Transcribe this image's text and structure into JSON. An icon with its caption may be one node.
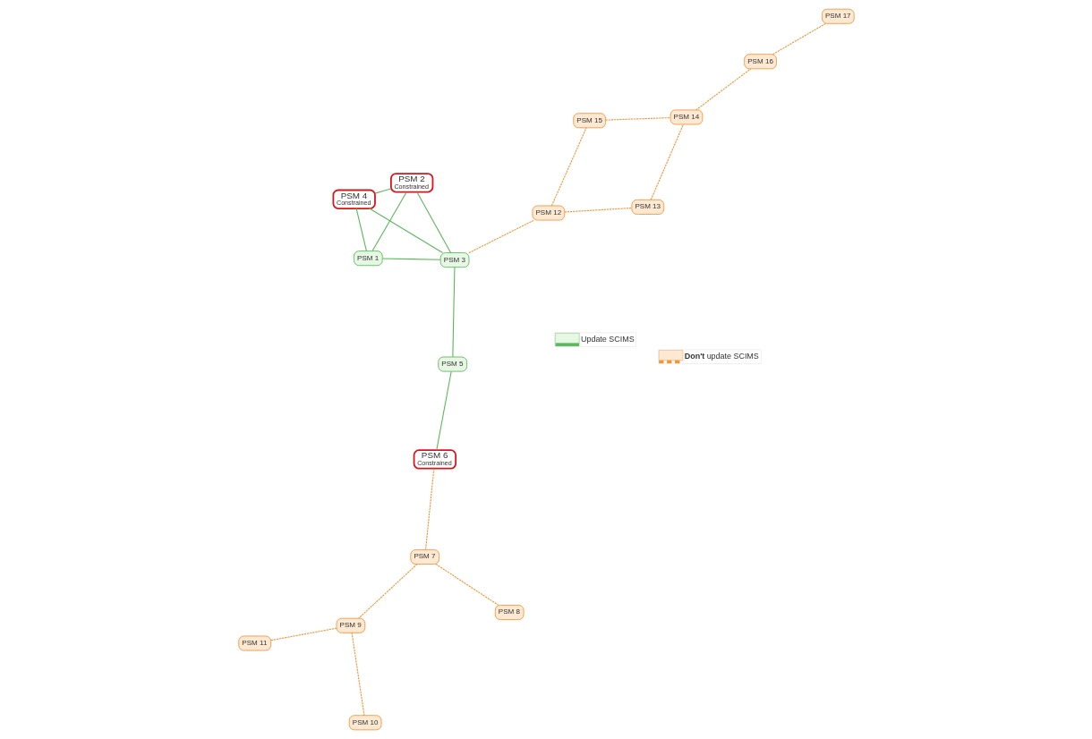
{
  "diagram": {
    "nodes": [
      {
        "text": [
          "PSM 1"
        ]
      },
      {
        "text": [
          "PSM 2",
          "Constrained"
        ]
      },
      {
        "text": [
          "PSM 3"
        ]
      },
      {
        "text": [
          "PSM 4",
          "Constrained"
        ]
      },
      {
        "text": [
          "PSM 5"
        ]
      },
      {
        "text": [
          "PSM 6",
          "Constrained"
        ]
      },
      {
        "text": [
          "PSM 7"
        ]
      },
      {
        "text": [
          "PSM 8"
        ]
      },
      {
        "text": [
          "PSM 9"
        ]
      },
      {
        "text": [
          "PSM 10"
        ]
      },
      {
        "text": [
          "PSM 11"
        ]
      },
      {
        "text": [
          "PSM 12"
        ]
      },
      {
        "text": [
          "PSM 13"
        ]
      },
      {
        "text": [
          "PSM 14"
        ]
      },
      {
        "text": [
          "PSM 15"
        ]
      },
      {
        "text": [
          "PSM 16"
        ]
      },
      {
        "text": [
          "PSM 17"
        ]
      }
    ],
    "edges": [
      {
        "from": 0,
        "to": 1,
        "arrow": "none",
        "color": "#5cb85c"
      },
      {
        "from": 0,
        "to": 2,
        "arrow": "none",
        "color": "#5cb85c"
      },
      {
        "from": 0,
        "to": 3,
        "arrow": "none",
        "color": "#5cb85c"
      },
      {
        "from": 1,
        "to": 2,
        "arrow": "none",
        "color": "#5cb85c"
      },
      {
        "from": 1,
        "to": 3,
        "arrow": "none",
        "color": "#5cb85c"
      },
      {
        "from": 2,
        "to": 3,
        "arrow": "none",
        "color": "#5cb85c"
      },
      {
        "from": 2,
        "to": 4,
        "arrow": "none",
        "color": "#5cb85c"
      },
      {
        "from": 4,
        "to": 5,
        "arrow": "none",
        "color": "#5cb85c"
      },
      {
        "from": 5,
        "to": 6,
        "arrow": "none",
        "style": "dashed"
      },
      {
        "from": 6,
        "to": 7,
        "arrow": "none",
        "style": "dashed"
      },
      {
        "from": 6,
        "to": 8,
        "arrow": "none",
        "style": "dashed"
      },
      {
        "from": 8,
        "to": 9,
        "arrow": "none",
        "style": "dashed"
      },
      {
        "from": 8,
        "to": 10,
        "arrow": "none",
        "style": "dashed"
      },
      {
        "from": 2,
        "to": 11,
        "arrow": "none",
        "style": "dashed"
      },
      {
        "from": 11,
        "to": 12,
        "arrow": "none",
        "style": "dashed"
      },
      {
        "from": 11,
        "to": 14,
        "arrow": "none",
        "style": "dashed"
      },
      {
        "from": 12,
        "to": 13,
        "arrow": "none",
        "style": "dashed"
      },
      {
        "from": 14,
        "to": 13,
        "arrow": "none",
        "style": "dashed"
      },
      {
        "from": 13,
        "to": 15,
        "arrow": "none",
        "style": "dashed"
      },
      {
        "from": 15,
        "to": 16,
        "arrow": "none",
        "style": "dashed"
      }
    ],
    "legend": [
      {
        "text": "Update SCIMS"
      },
      {
        "text": "**Don't** update SCIMS"
      }
    ]
  }
}
